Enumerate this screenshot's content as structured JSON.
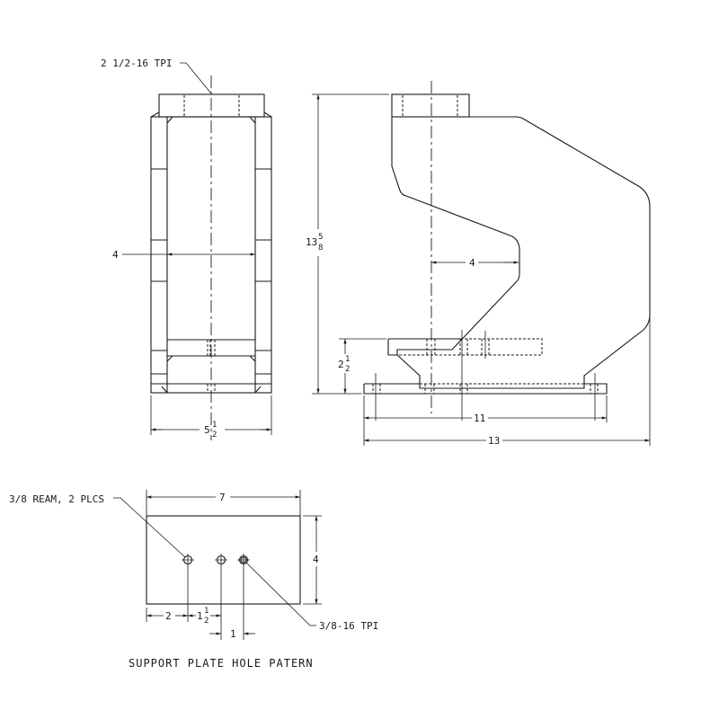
{
  "front_view": {
    "thread_note": "2 1/2-16 TPI",
    "inner_width": "4",
    "outer_width": {
      "whole": "5",
      "num": "1",
      "den": "2"
    }
  },
  "side_view": {
    "height": {
      "whole": "13",
      "num": "5",
      "den": "8"
    },
    "throat_depth": "4",
    "lower_height": {
      "whole": "2",
      "num": "1",
      "den": "2"
    },
    "base_hole_span": "11",
    "overall_length": "13"
  },
  "support_plate": {
    "title": "SUPPORT PLATE HOLE PATERN",
    "width": "7",
    "height": "4",
    "ream_note": "3/8 REAM, 2 PLCS",
    "tap_note": "3/8-16 TPI",
    "dim_edge_to_hole": "2",
    "dim_hole_spacing": {
      "whole": "1",
      "num": "1",
      "den": "2"
    },
    "dim_tap_offset": "1"
  }
}
